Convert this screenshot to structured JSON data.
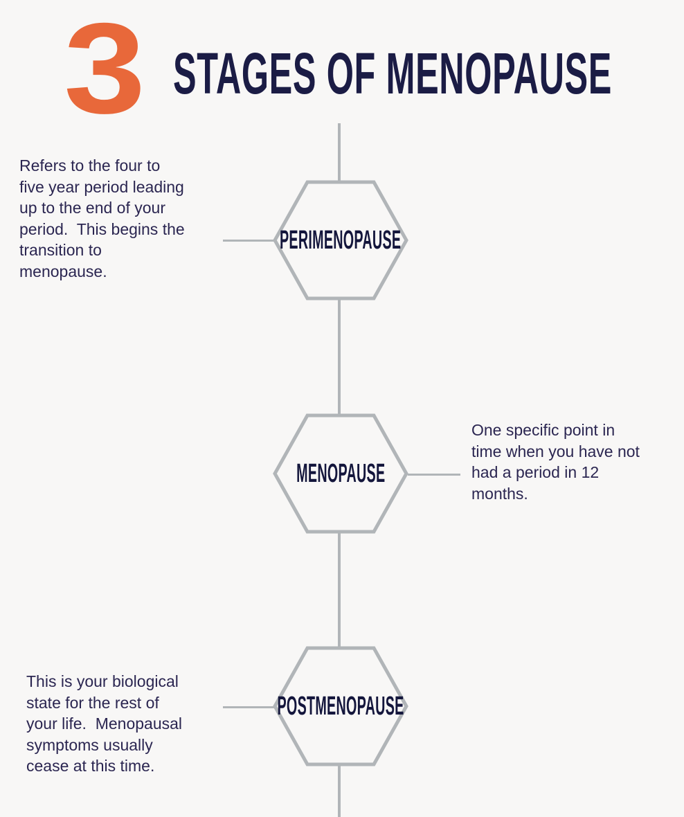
{
  "page": {
    "background_color": "#f8f7f6",
    "accent_color": "#e8683a",
    "title_color": "#1b1c45",
    "body_text_color": "#2b2651",
    "line_color": "#b1b5b8"
  },
  "header": {
    "number": "3",
    "title": "STAGES OF MENOPAUSE"
  },
  "stages": [
    {
      "label": "PERIMENOPAUSE",
      "side": "left",
      "description": "Refers to the four to\nfive year period leading\nup to the end of your\nperiod.  This begins the\ntransition to\nmenopause."
    },
    {
      "label": "MENOPAUSE",
      "side": "right",
      "description": "One specific point in\ntime when you have not\nhad a period in 12\nmonths."
    },
    {
      "label": "POSTMENOPAUSE",
      "side": "left",
      "description": "This is your biological\nstate for the rest of\nyour life.  Menopausal\nsymptoms usually\ncease at this time."
    }
  ]
}
